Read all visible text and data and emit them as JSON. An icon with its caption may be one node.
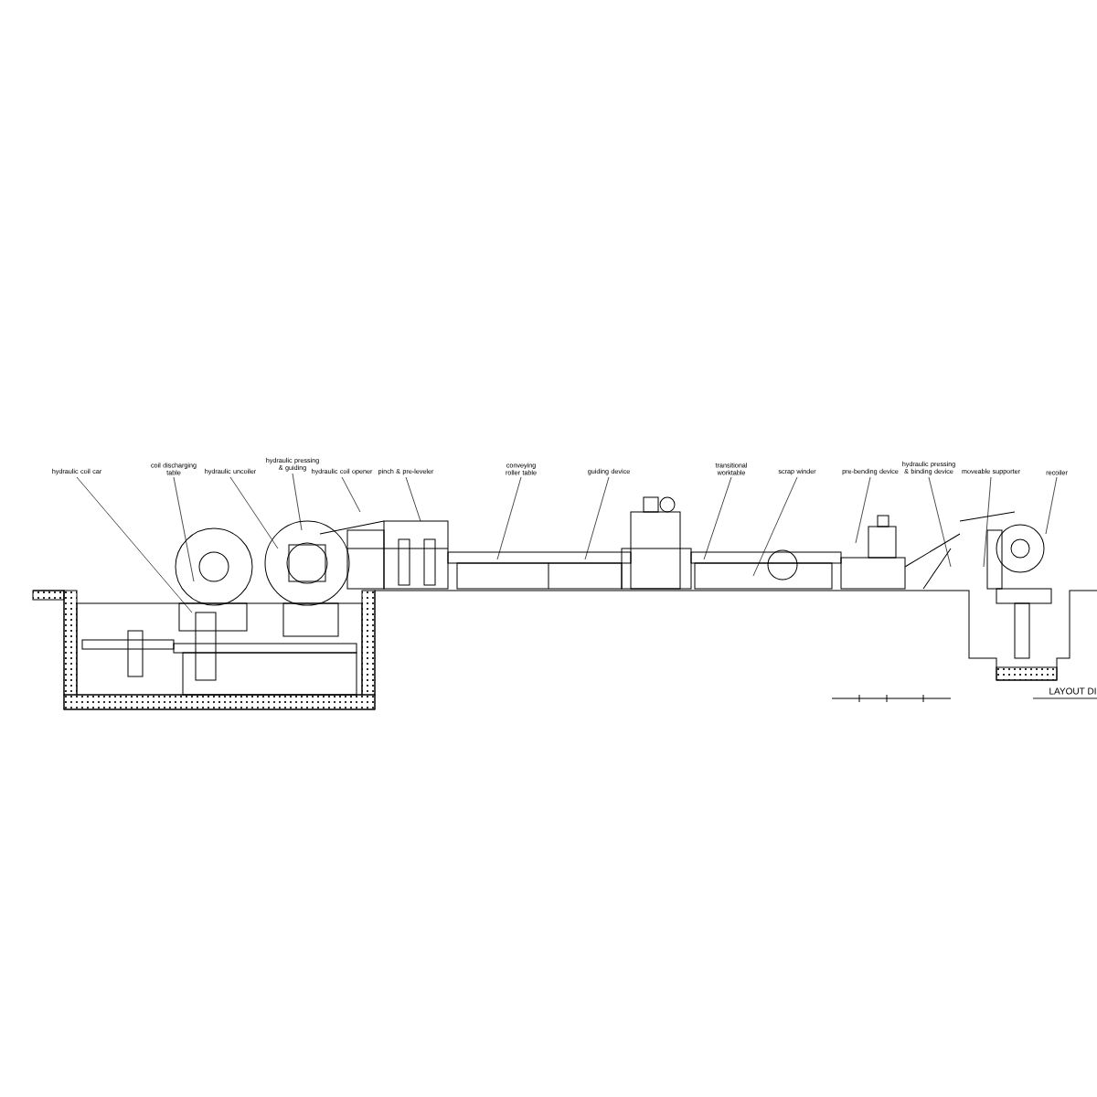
{
  "diagram": {
    "nodes": [
      {
        "text": [
          "hydraulic coil car"
        ]
      },
      {
        "text": [
          "coil discharging table"
        ]
      },
      {
        "text": [
          "hydraulic uncoiler"
        ]
      },
      {
        "text": [
          "hydraulic pressing & guiding"
        ]
      },
      {
        "text": [
          "hydraulic coil opener"
        ]
      },
      {
        "text": [
          "pinch & pre-leveler"
        ]
      },
      {
        "text": [
          "conveying roller table"
        ]
      },
      {
        "text": [
          "guiding device"
        ]
      },
      {
        "text": [
          "transitional worktable"
        ]
      },
      {
        "text": [
          "scrap winder"
        ]
      },
      {
        "text": [
          "pre-bending device"
        ]
      },
      {
        "text": [
          "hydraulic pressing & binding device"
        ]
      },
      {
        "text": [
          "moveable supporter"
        ]
      },
      {
        "text": [
          "recoiler"
        ]
      }
    ],
    "edges": [
      {
        "from": 0,
        "to": null,
        "arrow": "none"
      },
      {
        "from": 1,
        "to": null,
        "arrow": "none"
      },
      {
        "from": 2,
        "to": null,
        "arrow": "none"
      },
      {
        "from": 3,
        "to": null,
        "arrow": "none"
      },
      {
        "from": 4,
        "to": null,
        "arrow": "none"
      },
      {
        "from": 5,
        "to": null,
        "arrow": "none"
      },
      {
        "from": 6,
        "to": null,
        "arrow": "none"
      },
      {
        "from": 7,
        "to": null,
        "arrow": "none"
      },
      {
        "from": 8,
        "to": null,
        "arrow": "none"
      },
      {
        "from": 9,
        "to": null,
        "arrow": "none"
      },
      {
        "from": 10,
        "to": null,
        "arrow": "none"
      },
      {
        "from": 11,
        "to": null,
        "arrow": "none"
      },
      {
        "from": 12,
        "to": null,
        "arrow": "none"
      },
      {
        "from": 13,
        "to": null,
        "arrow": "none"
      }
    ],
    "labels": [
      "LAYOUT DI"
    ]
  }
}
